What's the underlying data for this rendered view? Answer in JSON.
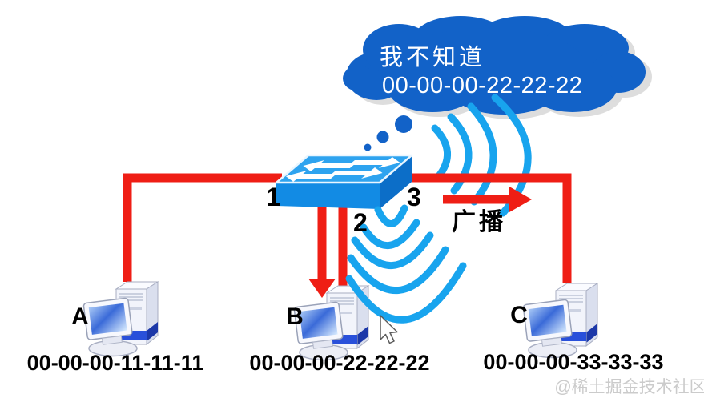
{
  "diagram_title": "switch-mac-broadcast-diagram",
  "cloud": {
    "line1": "我不知道",
    "line2": "00-00-00-22-22-22"
  },
  "switch": {
    "port1_label": "1",
    "port2_label": "2",
    "port3_label": "3"
  },
  "broadcast": {
    "label": "广播"
  },
  "hosts": [
    {
      "name": "A",
      "mac": "00-00-00-11-11-11"
    },
    {
      "name": "B",
      "mac": "00-00-00-22-22-22"
    },
    {
      "name": "C",
      "mac": "00-00-00-33-33-33"
    }
  ],
  "watermark": "@稀土掘金技术社区",
  "colors": {
    "cloud_blue": "#1262C8",
    "cloud_shadow": "#c3c3c3",
    "wifi_blue": "#18A4EE",
    "link_red": "#EF1E15",
    "switch_top": "#2EA3EF",
    "switch_front": "#128BE4",
    "switch_side": "#0C6EC8",
    "text_black": "#000000",
    "watermark_gray": "#cbcbcb"
  },
  "icons": {
    "cloud": "thought-cloud",
    "trail": "thought-bubble-trail",
    "switch": "network-switch",
    "waves": "wifi-waves",
    "computer": "desktop-computer",
    "cursor": "mouse-cursor"
  }
}
